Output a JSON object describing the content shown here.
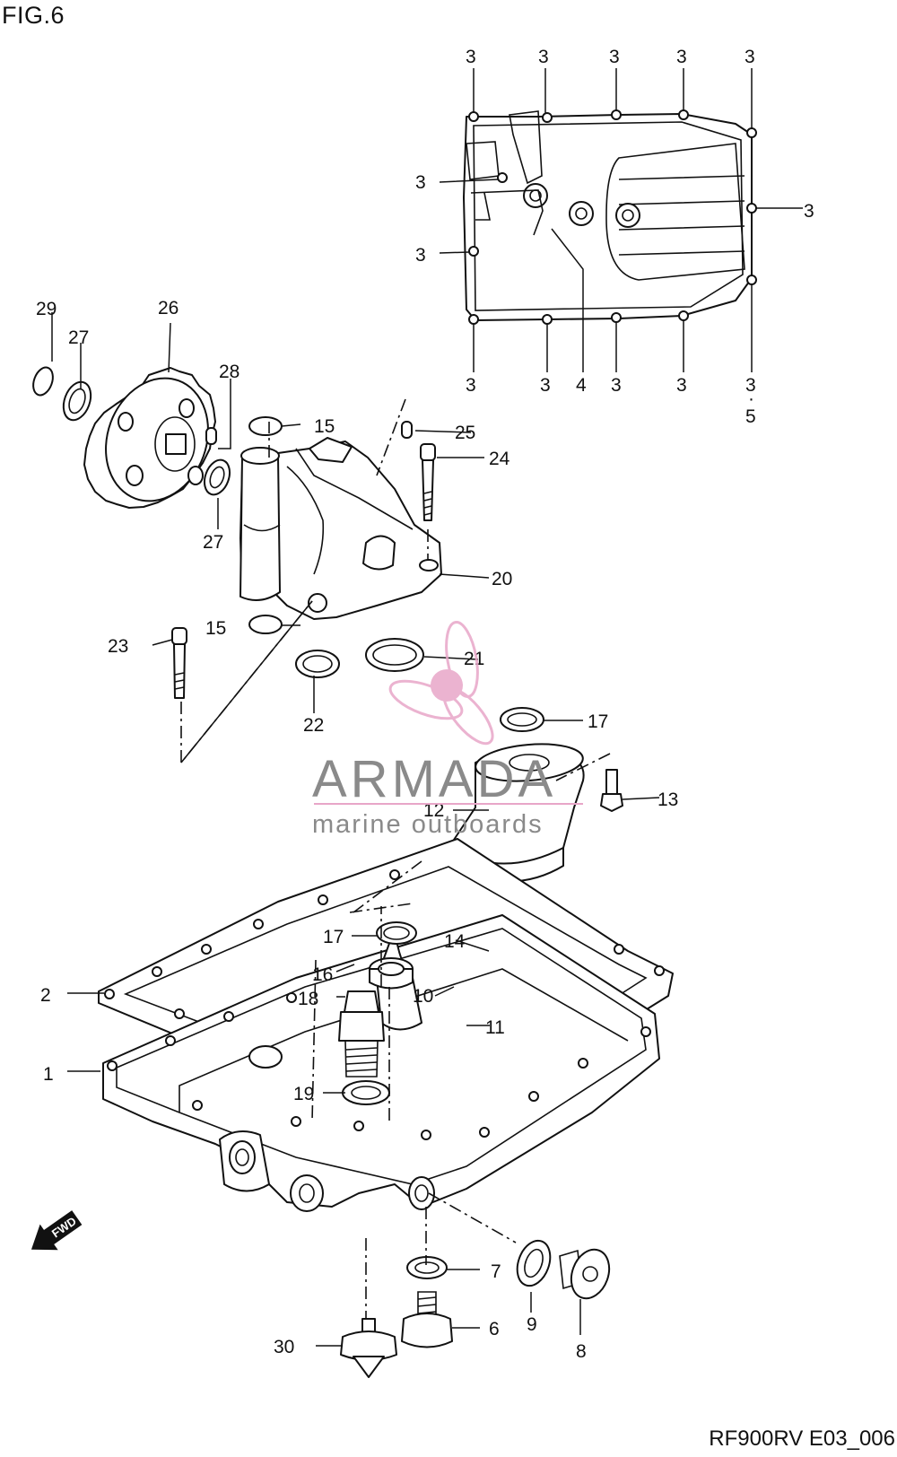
{
  "figure_title": "FIG.6",
  "document_code": "RF900RV E03_006",
  "watermark": {
    "brand": "ARMADA",
    "tagline": "marine outboards",
    "accent_color": "#e8a6c8",
    "text_color": "#8a8a8a"
  },
  "direction_indicator": "FWD",
  "callouts": {
    "c1": "1",
    "c2": "2",
    "c3a": "3",
    "c3b": "3",
    "c3c": "3",
    "c3d": "3",
    "c3e": "3",
    "c3f": "3",
    "c3g": "3",
    "c3h": "3",
    "c3i": "3",
    "c3j": "3",
    "c3k": "3",
    "c3l": "3",
    "c3m": "3",
    "c4": "4",
    "c5": "5",
    "c6": "6",
    "c7": "7",
    "c8": "8",
    "c9": "9",
    "c10": "10",
    "c11": "11",
    "c12": "12",
    "c13": "13",
    "c14": "14",
    "c15a": "15",
    "c15b": "15",
    "c16": "16",
    "c17a": "17",
    "c17b": "17",
    "c18": "18",
    "c19": "19",
    "c20": "20",
    "c21": "21",
    "c22": "22",
    "c23": "23",
    "c24": "24",
    "c25": "25",
    "c26": "26",
    "c27a": "27",
    "c27b": "27",
    "c28": "28",
    "c29": "29",
    "c30": "30"
  }
}
